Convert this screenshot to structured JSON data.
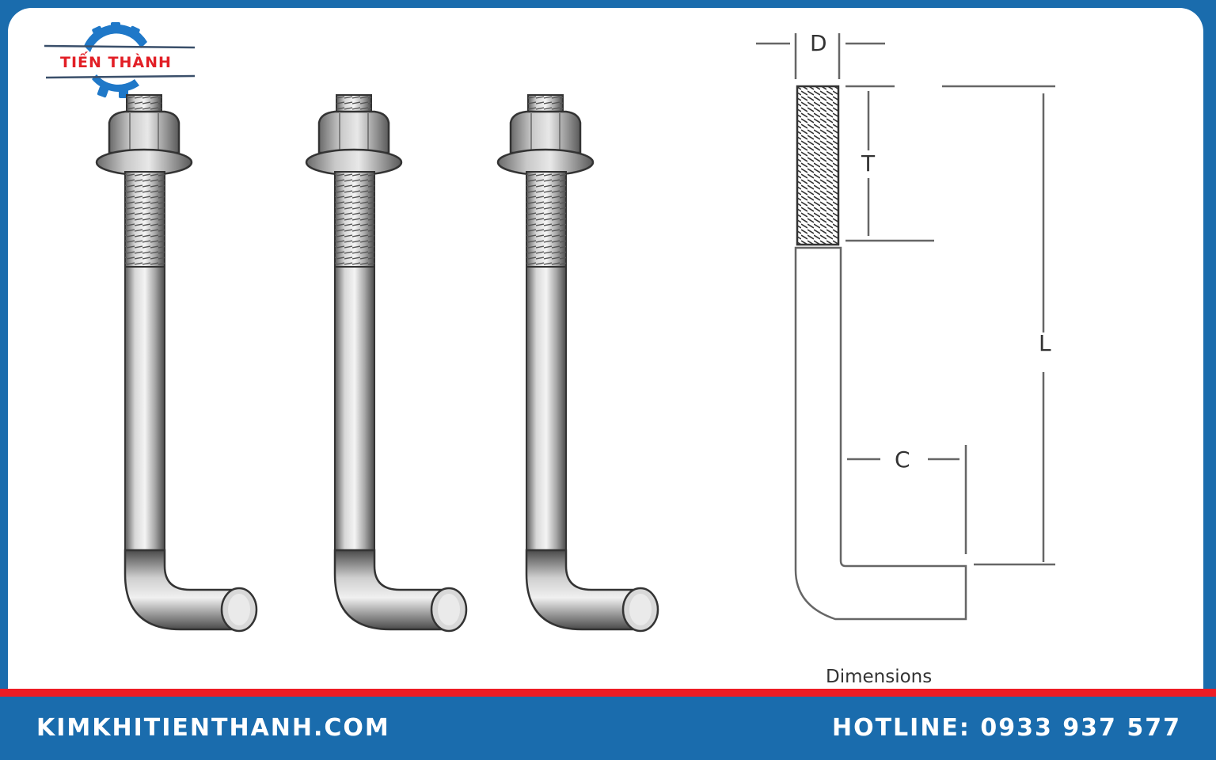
{
  "brand": {
    "logo_text": "TIẾN THÀNH",
    "colors": {
      "frame_blue": "#1a6cad",
      "accent_red": "#ee1c24",
      "gear_blue": "#1f78c8",
      "logo_red": "#e21f26"
    }
  },
  "product_images": {
    "bolts": [
      {
        "name": "j-anchor-bolt-1"
      },
      {
        "name": "j-anchor-bolt-2"
      },
      {
        "name": "j-anchor-bolt-3"
      }
    ]
  },
  "diagram": {
    "labels": {
      "D": "D",
      "T": "T",
      "L": "L",
      "C": "C"
    },
    "caption": "Dimensions"
  },
  "footer": {
    "website": "KIMKHITIENTHANH.COM",
    "hotline": "HOTLINE: 0933 937 577"
  }
}
